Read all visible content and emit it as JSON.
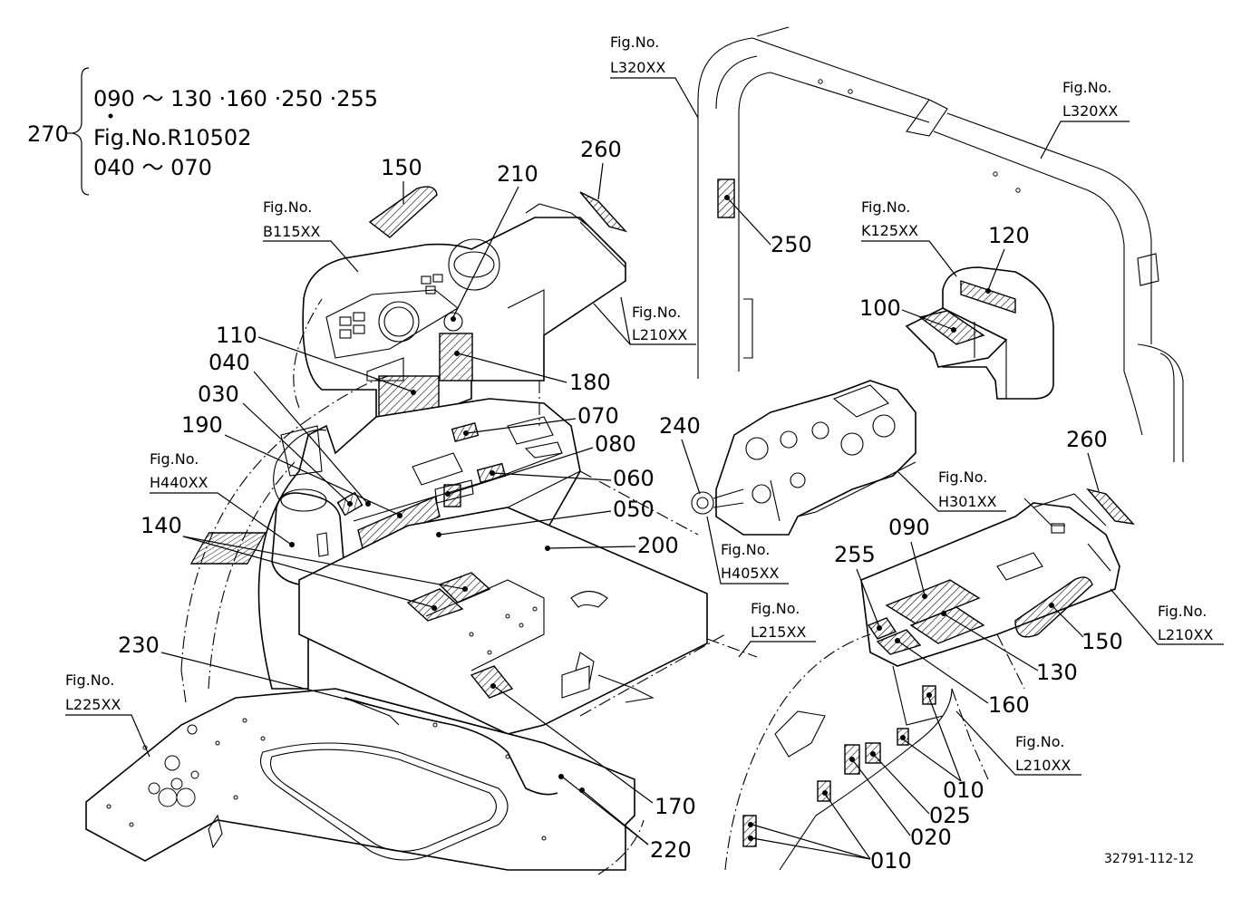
{
  "legend": {
    "label": "270",
    "line1": "090 〜 130 ·160 ·250 ·255",
    "line2": "Fig.No.R10502",
    "line3": "040 〜 070"
  },
  "fig_refs": [
    {
      "id": "l320-top",
      "title": "Fig.No.",
      "code": "L320XX"
    },
    {
      "id": "l320-right",
      "title": "Fig.No.",
      "code": "L320XX"
    },
    {
      "id": "b115",
      "title": "Fig.No.",
      "code": "B115XX"
    },
    {
      "id": "k125",
      "title": "Fig.No.",
      "code": "K125XX"
    },
    {
      "id": "l210-a",
      "title": "Fig.No.",
      "code": "L210XX"
    },
    {
      "id": "h440",
      "title": "Fig.No.",
      "code": "H440XX"
    },
    {
      "id": "h301",
      "title": "Fig.No.",
      "code": "H301XX"
    },
    {
      "id": "h405",
      "title": "Fig.No.",
      "code": "H405XX"
    },
    {
      "id": "l215",
      "title": "Fig.No.",
      "code": "L215XX"
    },
    {
      "id": "l210-b",
      "title": "Fig.No.",
      "code": "L210XX"
    },
    {
      "id": "l225",
      "title": "Fig.No.",
      "code": "L225XX"
    },
    {
      "id": "l210-c",
      "title": "Fig.No.",
      "code": "L210XX"
    }
  ],
  "callouts": [
    "150",
    "260",
    "210",
    "250",
    "120",
    "100",
    "110",
    "180",
    "040",
    "030",
    "070",
    "190",
    "080",
    "060",
    "240",
    "050",
    "260",
    "200",
    "140",
    "255",
    "090",
    "150",
    "130",
    "230",
    "160",
    "170",
    "010",
    "025",
    "020",
    "220",
    "010"
  ],
  "drawing_code": "32791-112-12"
}
